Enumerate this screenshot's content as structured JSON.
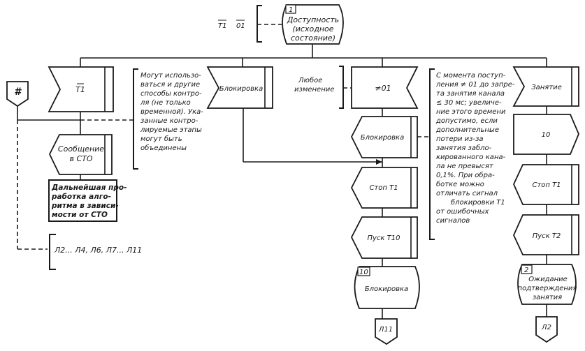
{
  "diagram": {
    "type": "SDL flowchart",
    "start_state": {
      "number": "1",
      "lines": [
        "Доступность",
        "(исходное",
        "состояние)"
      ]
    },
    "start_signals_note": [
      "T1",
      "01"
    ],
    "connector_hash": "#",
    "branches": {
      "t1": {
        "input": "T1",
        "output": [
          "Сообщение",
          "в СТО"
        ],
        "task": [
          "Дальнейшая про-",
          "работка алго-",
          "ритма в зависи-",
          "мости от СТО"
        ],
        "note": [
          "Могут использо-",
          "ваться и другие",
          "способы контро-",
          "ля (не только",
          "временной). Ука-",
          "занные контро-",
          "лируемые этапы",
          "могут быть",
          "объединены"
        ],
        "lines_note": "Л2... Л4, Л6, Л7... Л11"
      },
      "block": {
        "input": "Блокировка"
      },
      "change01": {
        "note": [
          "Любое",
          "изменение"
        ],
        "input": "≠01",
        "output1": "Блокировка",
        "output2": "Стоп T1",
        "output3": "Пуск T10",
        "state": {
          "number": "10",
          "label": "Блокировка"
        },
        "connector": "Л11",
        "long_note": [
          "С момента поступ-",
          "ления ≠ 01 до запре-",
          "та занятия канала",
          "≤ 30 мс; увеличе-",
          "ние этого времени",
          "допустимо, если",
          "дополнительные",
          "потери из-за",
          "занятия забло-",
          "кированного кана-",
          "ла не превысят",
          "0,1%. При обра-",
          "ботке можно",
          "отличать сигнал",
          "блокировки T1",
          "от ошибочных",
          "сигналов"
        ]
      },
      "seize": {
        "input": "Занятие",
        "send": "10",
        "output1": "Стоп T1",
        "output2": "Пуск T2",
        "state": {
          "number": "2",
          "lines": [
            "Ожидание",
            "подтверждения",
            "занятия"
          ]
        },
        "connector": "Л2"
      }
    }
  }
}
